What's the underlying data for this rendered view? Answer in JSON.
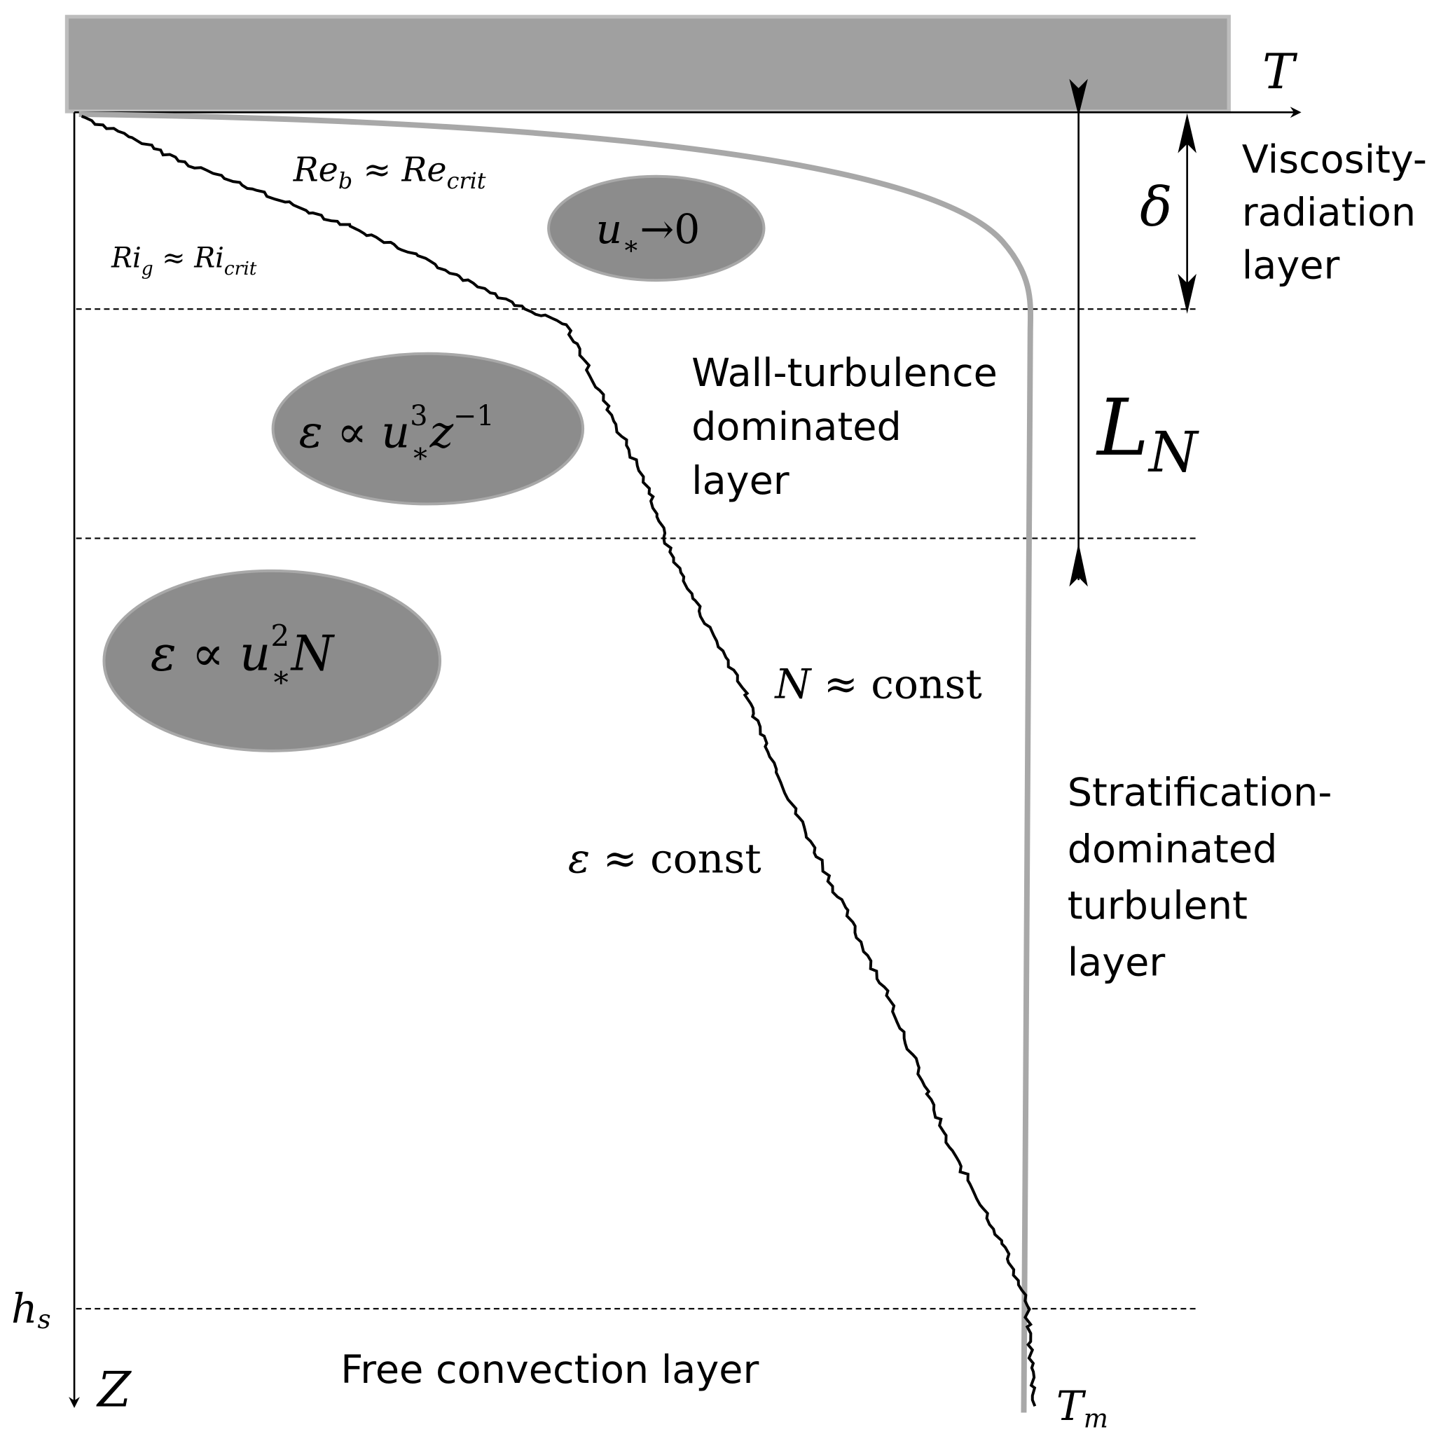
{
  "labels": {
    "t_axis": "T",
    "z_axis": "Z",
    "hs": "h",
    "hs_sub": "s",
    "tm": "T",
    "tm_sub": "m",
    "delta": "δ",
    "ln": "L",
    "ln_sub": "N",
    "reb": "Re",
    "reb_sub": "b",
    "reb_approx": " ≈ Re",
    "reb_crit": "crit",
    "rig": "Ri",
    "rig_sub": "g",
    "rig_approx": " ≈ Ri",
    "rig_crit": "crit",
    "n_const_sym": "N",
    "n_const_text": " ≈ const",
    "eps_const_sym": "ε",
    "eps_const_text": " ≈ const"
  },
  "ellipses": {
    "ustar": {
      "main": "u",
      "sub": "∗",
      "arrow": "→",
      "value": "0"
    },
    "wall": {
      "pre": "ε ∝ u",
      "sup": "3",
      "sub": "∗",
      "post": "z",
      "post_sup": "−1"
    },
    "strat": {
      "pre": "ε ∝ u",
      "sup": "2",
      "sub": "∗",
      "post": "N"
    }
  },
  "layers": {
    "viscosity": [
      "Viscosity-",
      "radiation",
      "layer"
    ],
    "wall": [
      "Wall-turbulence",
      "dominated",
      "layer"
    ],
    "stratification": [
      "Stratification-",
      "dominated",
      "turbulent",
      "layer"
    ],
    "free_convection": "Free convection layer"
  },
  "colors": {
    "ice": "#a0a0a0",
    "temperature_curve": "#a8a8a8",
    "ellipse_fill": "#8c8c8c",
    "ellipse_stroke": "#a8a8a8"
  }
}
